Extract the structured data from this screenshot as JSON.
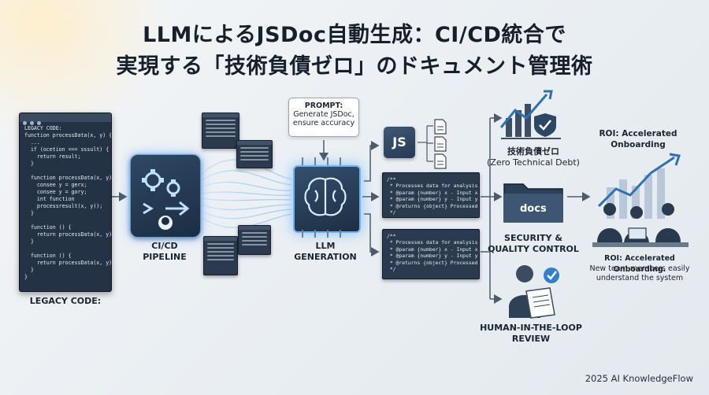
{
  "title": {
    "line1": "LLMによるJSDoc自動生成：CI/CD統合で",
    "line2": "実現する「技術負債ゼロ」のドキュメント管理術"
  },
  "legacy": {
    "header": "LEGACY CODE:",
    "code": "LEGACY CODE:\nfunction processData(x, y) {\n  ...\n  if (ocetion === sssult) {\n    return result;\n  }\n\n  function processData(x, y) {\n    consee y = gerx;\n    consee y = gory;\n    int function\n    processresult(x, y));\n  }\n\n  function () {\n    return processData(x, y);\n  }\n\n  function () {\n    return processData(x, y);\n  }\n}",
    "label": "LEGACY CODE:"
  },
  "cicd": {
    "label_line1": "CI/CD",
    "label_line2": "PIPELINE"
  },
  "prompt": {
    "heading": "PROMPT:",
    "line1": "Generate JSDoc,",
    "line2": "ensure accuracy"
  },
  "llm": {
    "label_line1": "LLM",
    "label_line2": "GENERATION"
  },
  "js_badge": "JS",
  "doc_code": "/**\n * Processes data for analysis.\n * @param {number} x - Input x.\n * @param {number} y - Input y.\n * @returns {object} Processed result.\n */",
  "zero_debt": {
    "line1": "技術負債ゼロ",
    "line2": "(Zero Technical Debt)"
  },
  "docs_folder": "docs",
  "security": {
    "line1": "SECURITY &",
    "line2": "QUALITY CONTROL"
  },
  "hitl": {
    "line1": "HUMAN-IN-THE-LOOP",
    "line2": "REVIEW"
  },
  "roi": {
    "heading_line1": "ROI: Accelerated",
    "heading_line2": "Onboarding",
    "sub_line1": "ROI: Accelerated Onboarding.",
    "sub_line2": "New team members easily",
    "sub_line3": "understand the system"
  },
  "footer": "2025 AI KnowledgeFlow",
  "colors": {
    "accent": "#2f6fb3",
    "panel": "#243245",
    "glow": "#5aa0e0",
    "check": "#2f7fd0"
  }
}
